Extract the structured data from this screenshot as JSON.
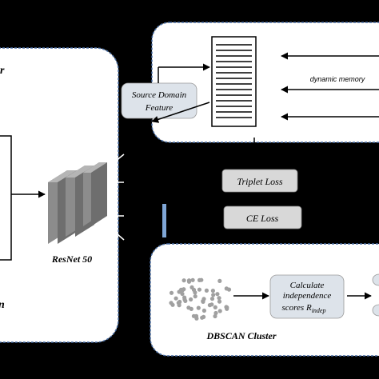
{
  "diagram": {
    "backbone_label": "ResNet 50",
    "source_feature_line1": "Source Domain",
    "source_feature_line2": "Feature",
    "memory_label": "dynamic memory",
    "triplet_loss_label": "Triplet Loss",
    "ce_loss_label": "CE Loss",
    "calc_line1": "Calculate",
    "calc_line2": "independence",
    "calc_line3_prefix": "scores R",
    "calc_line3_sub": "indep",
    "cluster_label": "DBSCAN  Cluster",
    "left_panel_bottom_fragment": "n",
    "left_panel_top_fragment": "r",
    "colors": {
      "background": "#000000",
      "panel_fill": "#ffffff",
      "panel_border": "#4a6fa5",
      "feature_box_fill": "#dde3ea",
      "loss_box_fill": "#d8d8d8",
      "calc_box_fill": "#dde3ea",
      "accent_bar": "#7fa6d6",
      "dot_color": "#a0a0a0"
    }
  }
}
